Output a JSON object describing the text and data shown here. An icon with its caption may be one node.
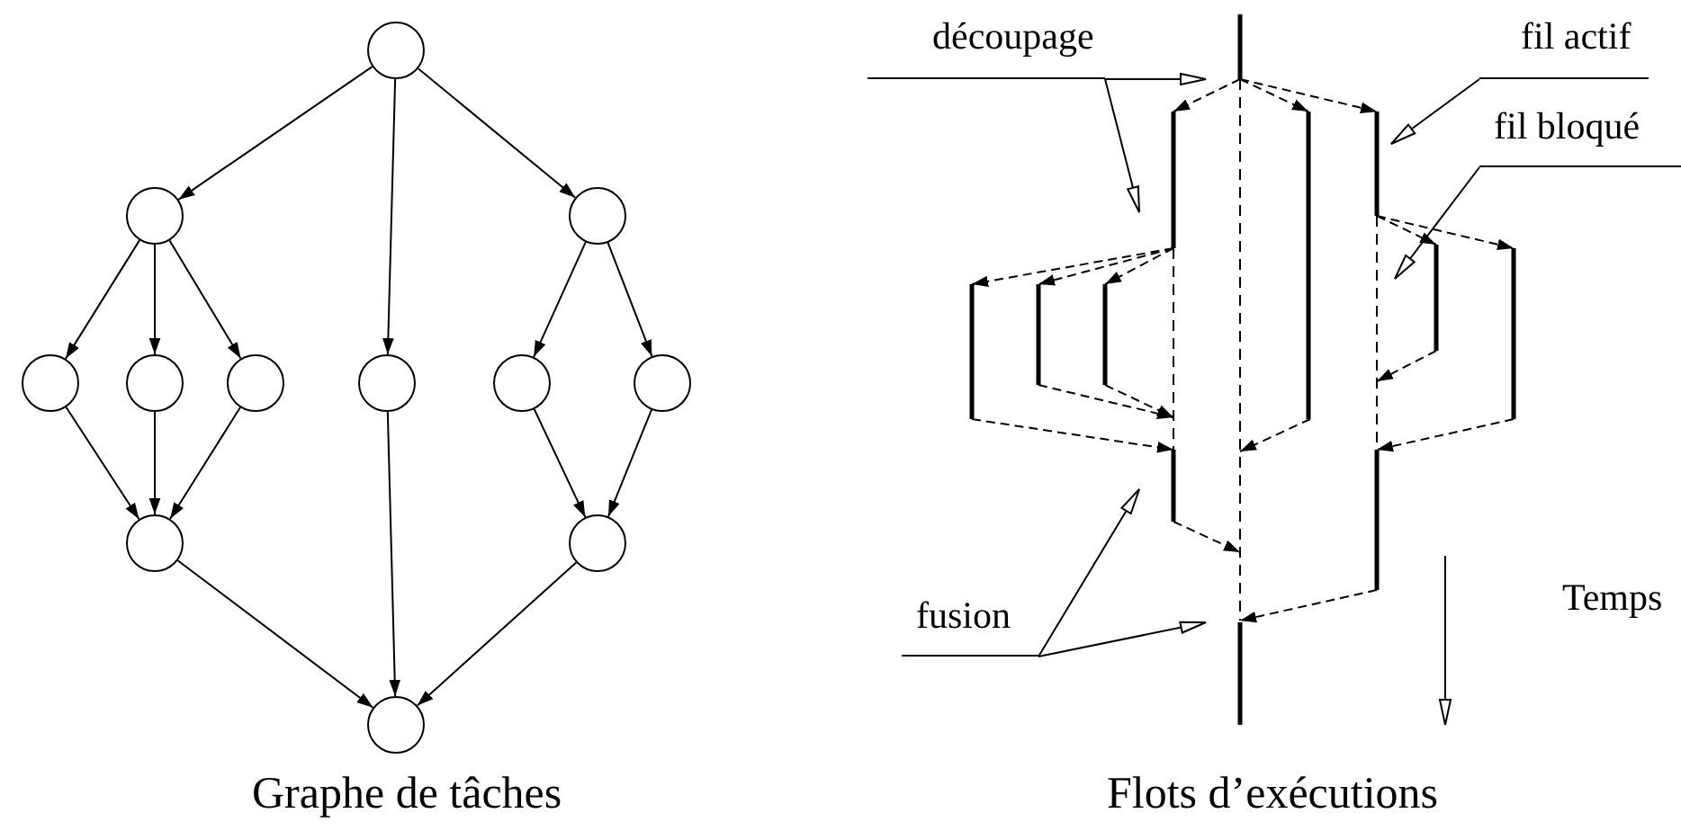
{
  "diagram": {
    "nodes": [
      {
        "text": [],
        "shape": "circle"
      },
      {
        "text": [],
        "shape": "circle"
      },
      {
        "text": [],
        "shape": "circle"
      },
      {
        "text": [],
        "shape": "circle"
      },
      {
        "text": [],
        "shape": "circle"
      },
      {
        "text": [],
        "shape": "circle"
      },
      {
        "text": [],
        "shape": "circle"
      },
      {
        "text": [],
        "shape": "circle"
      },
      {
        "text": [],
        "shape": "circle"
      },
      {
        "text": [],
        "shape": "circle"
      },
      {
        "text": [],
        "shape": "circle"
      },
      {
        "text": [],
        "shape": "circle"
      },
      {
        "text": [
          "découpage"
        ]
      },
      {
        "text": [
          "fil actif"
        ]
      },
      {
        "text": [
          "fil bloqué"
        ]
      },
      {
        "text": [
          "fusion"
        ]
      }
    ],
    "edges": [
      {
        "from": 0,
        "to": 1,
        "arrow": "to"
      },
      {
        "from": 0,
        "to": 6,
        "arrow": "to"
      },
      {
        "from": 0,
        "to": 2,
        "arrow": "to"
      },
      {
        "from": 1,
        "to": 3,
        "arrow": "to"
      },
      {
        "from": 1,
        "to": 4,
        "arrow": "to"
      },
      {
        "from": 1,
        "to": 5,
        "arrow": "to"
      },
      {
        "from": 2,
        "to": 7,
        "arrow": "to"
      },
      {
        "from": 2,
        "to": 8,
        "arrow": "to"
      },
      {
        "from": 3,
        "to": 9,
        "arrow": "to"
      },
      {
        "from": 4,
        "to": 9,
        "arrow": "to"
      },
      {
        "from": 5,
        "to": 9,
        "arrow": "to"
      },
      {
        "from": 7,
        "to": 10,
        "arrow": "to"
      },
      {
        "from": 8,
        "to": 10,
        "arrow": "to"
      },
      {
        "from": 9,
        "to": 11,
        "arrow": "to"
      },
      {
        "from": 6,
        "to": 11,
        "arrow": "to"
      },
      {
        "from": 10,
        "to": 11,
        "arrow": "to"
      },
      {
        "from": 12,
        "to": null,
        "arrow": "to"
      },
      {
        "from": 12,
        "to": null,
        "arrow": "to"
      },
      {
        "from": 13,
        "to": null,
        "arrow": "to"
      },
      {
        "from": 14,
        "to": null,
        "arrow": "to"
      },
      {
        "from": 15,
        "to": null,
        "arrow": "to"
      },
      {
        "from": 15,
        "to": null,
        "arrow": "to"
      }
    ],
    "labels": [
      "Temps",
      "Graphe de tâches",
      "Flots d’exécutions"
    ]
  }
}
